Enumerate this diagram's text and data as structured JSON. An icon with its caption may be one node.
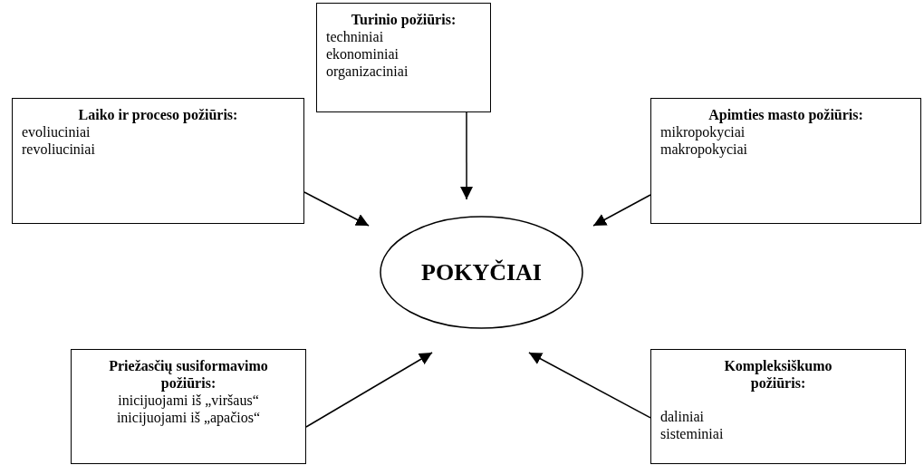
{
  "diagram": {
    "nodes": [
      {
        "text": [
          "Turinio požiūris:",
          "techniniai",
          "ekonominiai",
          "organizaciniai"
        ]
      },
      {
        "text": [
          "Laiko ir proceso požiūris:",
          "evoliuciniai",
          "revoliuciniai"
        ]
      },
      {
        "text": [
          "Apimties masto požiūris:",
          "mikropokyciai",
          "makropokyciai"
        ]
      },
      {
        "text": [
          "POKYČIAI"
        ]
      },
      {
        "text": [
          "Priežasčių susiformavimo požiūris:",
          "inicijuojami iš „viršaus“",
          "inicijuojami iš „apačios“"
        ]
      },
      {
        "text": [
          "Kompleksiškumo požiūris:",
          "daliniai",
          "sisteminiai"
        ]
      }
    ],
    "edges": [
      {
        "from": 0,
        "to": 3,
        "arrow": "to"
      },
      {
        "from": 1,
        "to": 3,
        "arrow": "to"
      },
      {
        "from": 2,
        "to": 3,
        "arrow": "to"
      },
      {
        "from": 4,
        "to": 3,
        "arrow": "to"
      },
      {
        "from": 5,
        "to": 3,
        "arrow": "to"
      }
    ]
  }
}
